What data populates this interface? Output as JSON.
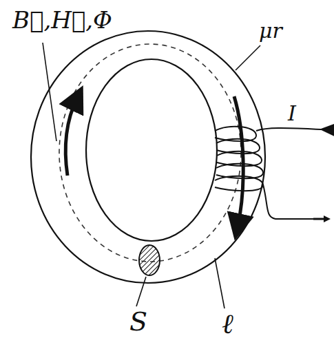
{
  "diagram": {
    "labels": [
      "B⃗,H⃗,Φ",
      "μr",
      "I",
      "S",
      "ℓ"
    ]
  }
}
